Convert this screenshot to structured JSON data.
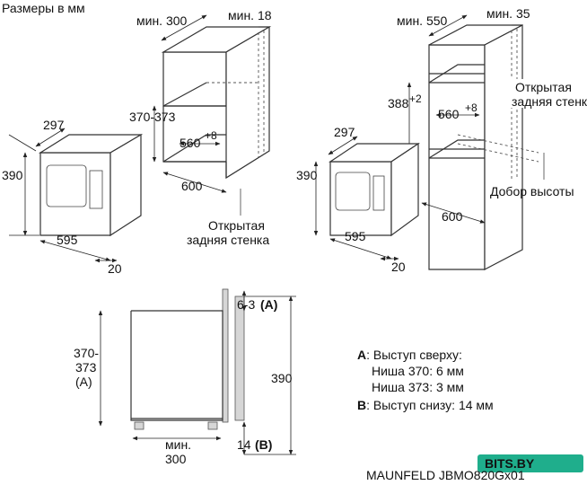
{
  "title": "Размеры в мм",
  "top_left": {
    "cab_depth": "мин. 300",
    "cab_back": "мин. 18",
    "niche_h": "370-373",
    "niche_w": "560",
    "niche_w_tol": "+8",
    "cab_w": "600",
    "oven_depth": "297",
    "oven_h": "390",
    "oven_w": "595",
    "oven_front": "20",
    "open_back_1": "Открытая",
    "open_back_2": "задняя стенка"
  },
  "top_right": {
    "cab_depth": "мин. 550",
    "cab_back": "мин. 35",
    "niche_h": "388",
    "niche_h_tol": "+2",
    "niche_w": "560",
    "niche_w_tol": "+8",
    "cab_w": "600",
    "oven_depth": "297",
    "oven_h": "390",
    "oven_w": "595",
    "oven_front": "20",
    "open_back_1": "Открытая",
    "open_back_2": "задняя стенка",
    "height_add": "Добор высоты"
  },
  "bottom": {
    "niche_h_1": "370-",
    "niche_h_2": "373",
    "niche_h_3": "(A)",
    "top_gap": "6-3",
    "top_gap_letter": "(A)",
    "total_h": "390",
    "bottom_gap": "14",
    "bottom_gap_letter": "(B)",
    "min_depth_1": "мин.",
    "min_depth_2": "300"
  },
  "legend": {
    "a_letter": "A",
    "a_text": ": Выступ сверху:",
    "a_line2": "Ниша 370: 6 мм",
    "a_line3": "Ниша 373: 3 мм",
    "b_letter": "B",
    "b_text": ": Выступ снизу: 14 мм"
  },
  "watermark": {
    "logo": "BITS.BY",
    "model": "MAUNFELD JBMO820Gx01"
  }
}
